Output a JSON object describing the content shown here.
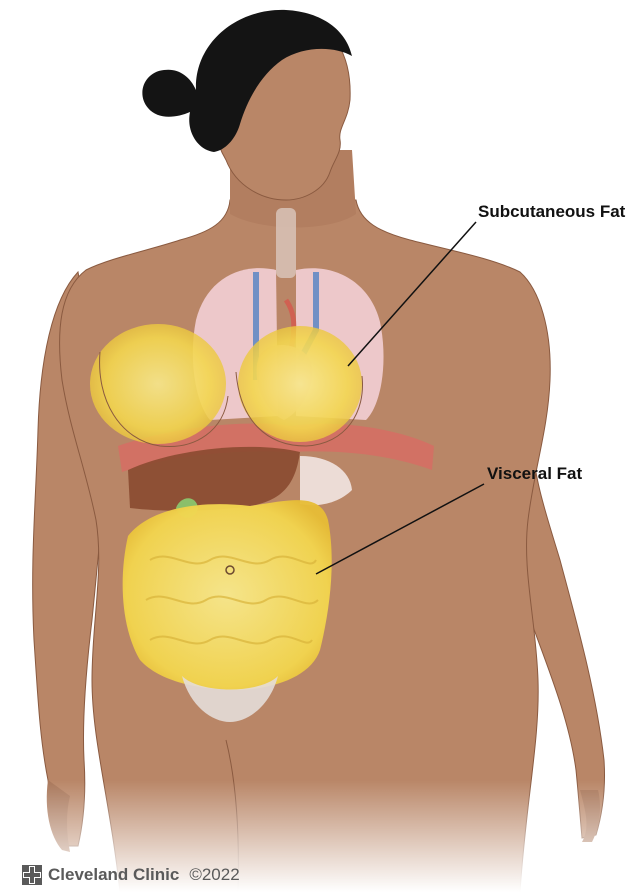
{
  "labels": {
    "subcutaneous": "Subcutaneous Fat",
    "visceral": "Visceral Fat"
  },
  "footer": {
    "brand": "Cleveland Clinic",
    "copyright": "©2022"
  },
  "colors": {
    "skin": "#b98667",
    "skin_shadow": "#9a6a4e",
    "hair": "#141414",
    "fat": "#f3d64e",
    "fat_light": "#f8e98c",
    "lung": "#f3cfd5",
    "liver": "#8a4a30",
    "vein": "#5b86c4",
    "artery": "#d45a4f",
    "line": "#111111",
    "logo": "#5a5a5a"
  }
}
